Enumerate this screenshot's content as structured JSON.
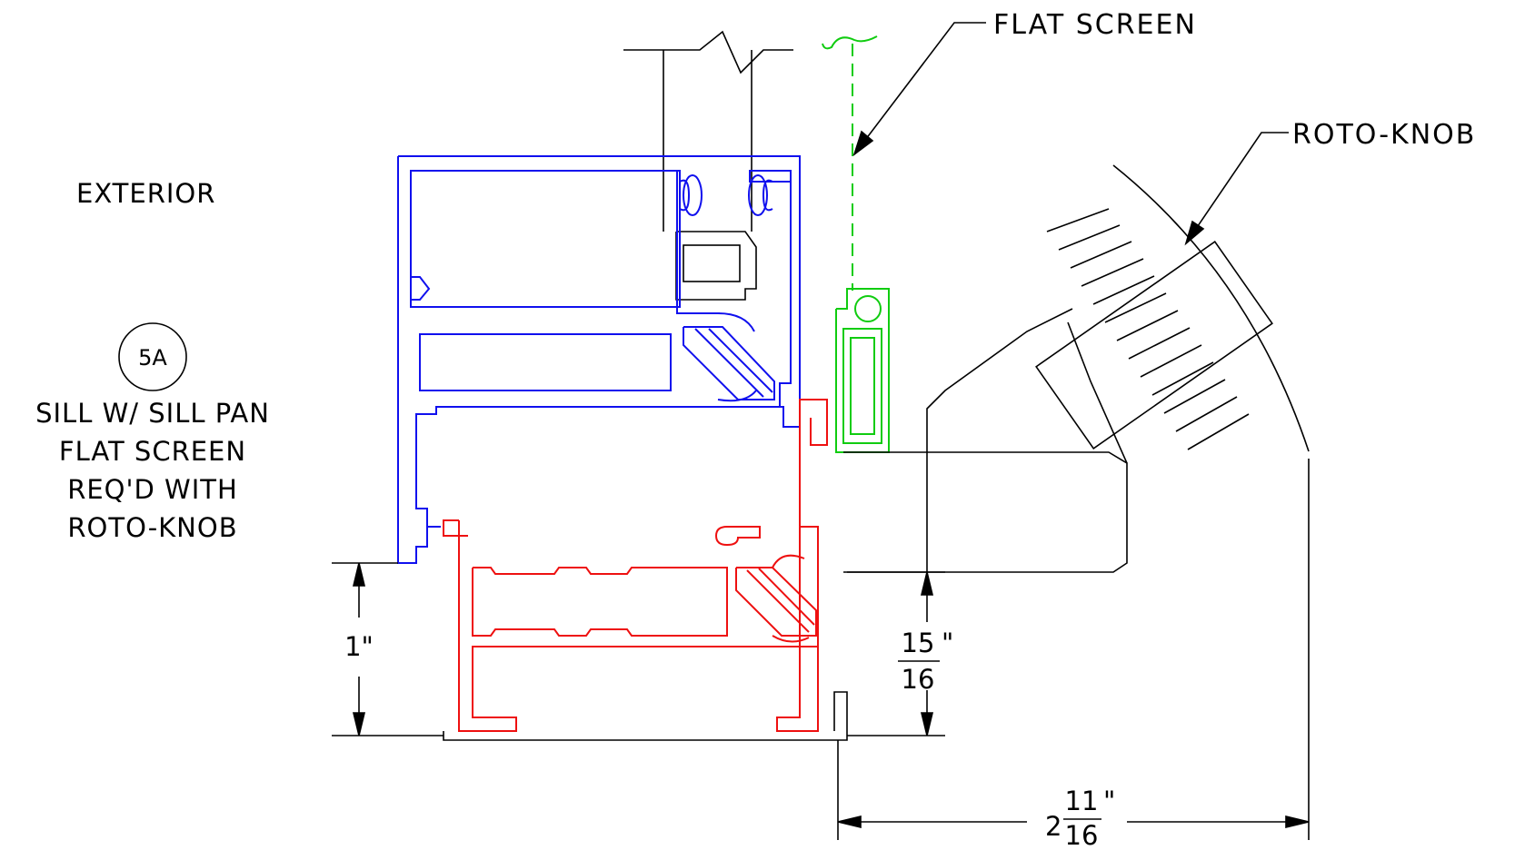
{
  "labels": {
    "exterior": "EXTERIOR",
    "detail_tag": "5A",
    "note_line1": "SILL W/ SILL PAN",
    "note_line2": "FLAT SCREEN",
    "note_line3": "REQ'D WITH",
    "note_line4": "ROTO-KNOB",
    "flat_screen": "FLAT SCREEN",
    "roto_knob": "ROTO-KNOB"
  },
  "dimensions": {
    "height_sill": "1\"",
    "knob_height_num": "15",
    "knob_height_den": "16",
    "knob_height_unit": "\"",
    "width_whole": "2",
    "width_num": "11",
    "width_den": "16",
    "width_unit": "\""
  },
  "colors": {
    "frame_head": "#1010ee",
    "sill_pan": "#ee1010",
    "screen_frame": "#10cc10",
    "linework": "#000000"
  }
}
